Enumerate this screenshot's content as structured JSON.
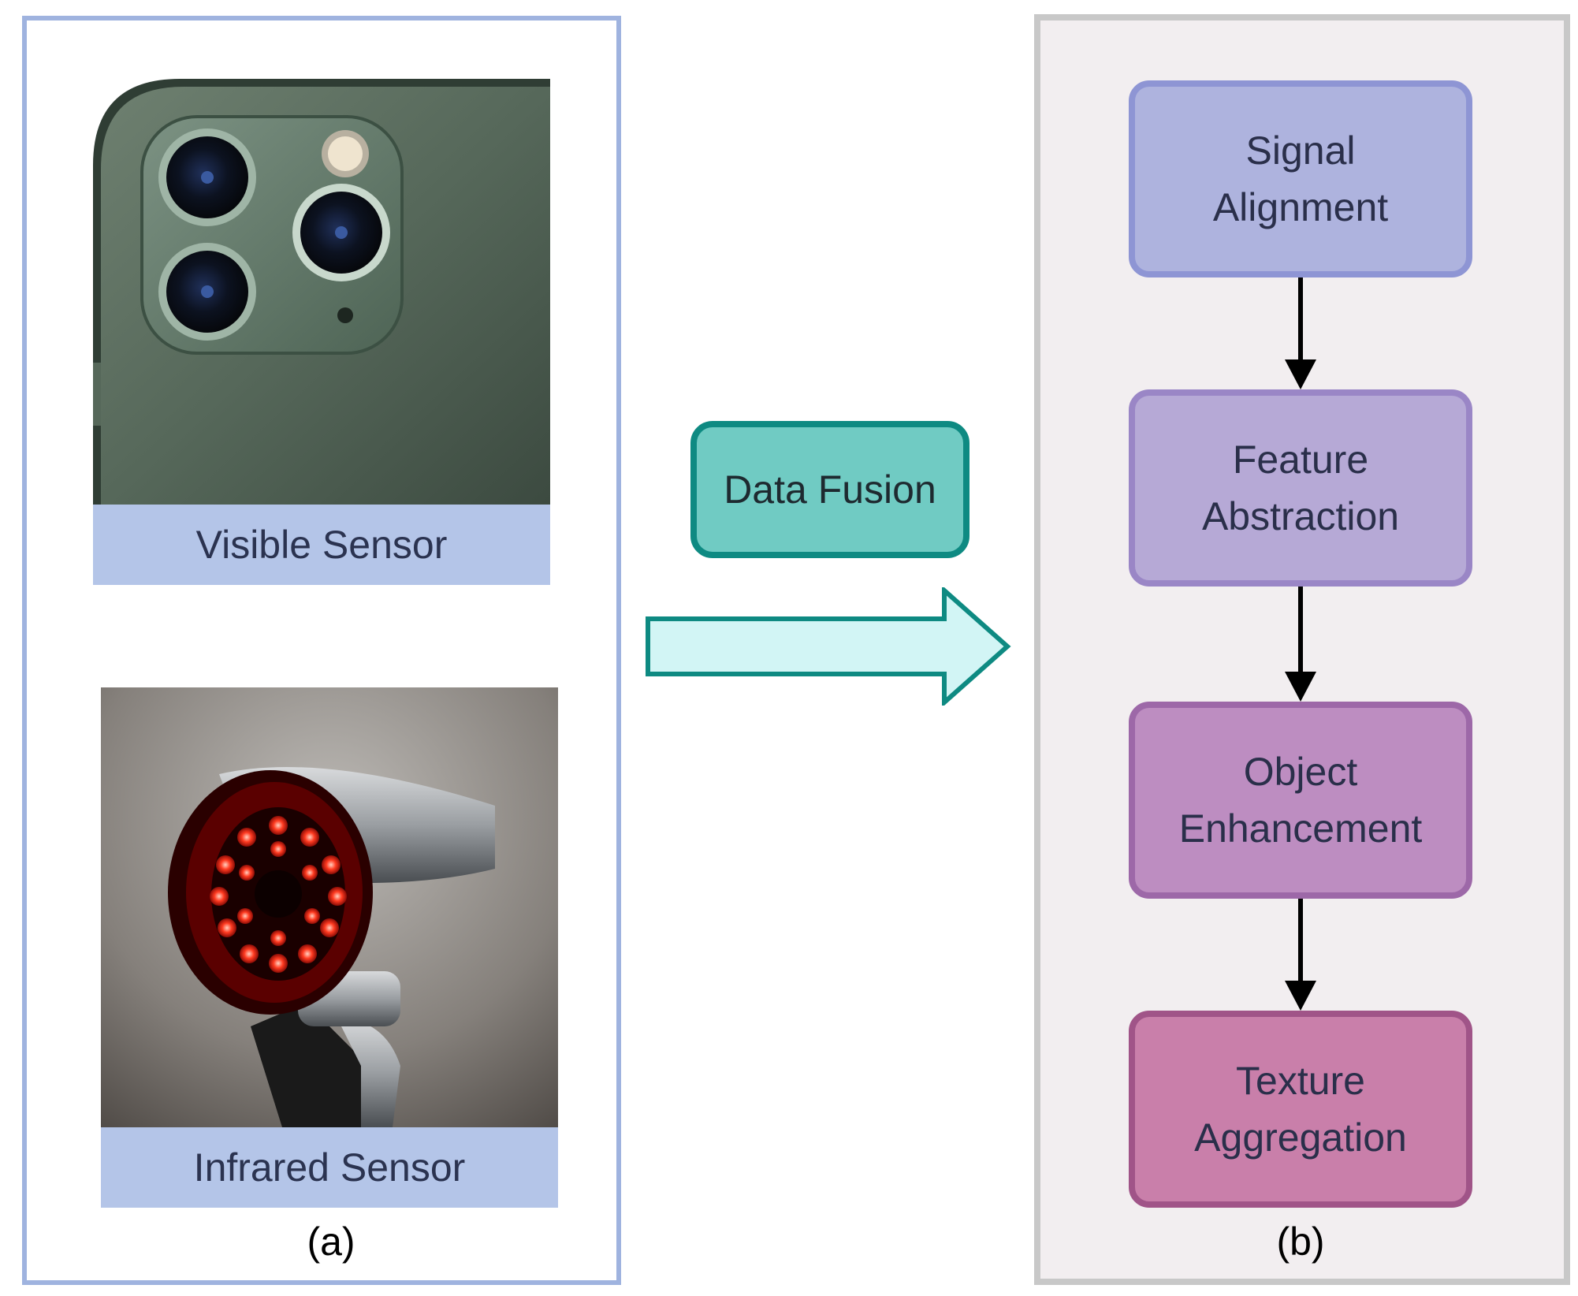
{
  "panel_a": {
    "visible_sensor_label": "Visible Sensor",
    "infrared_sensor_label": "Infrared Sensor",
    "caption": "(a)"
  },
  "fusion": {
    "label": "Data Fusion"
  },
  "panel_b": {
    "steps": [
      {
        "line1": "Signal",
        "line2": "Alignment"
      },
      {
        "line1": "Feature",
        "line2": "Abstraction"
      },
      {
        "line1": "Object",
        "line2": "Enhancement"
      },
      {
        "line1": "Texture",
        "line2": "Aggregation"
      }
    ],
    "caption": "(b)"
  },
  "colors": {
    "panel_a_border": "#9fb3df",
    "sensor_label_bg": "#b4c5e8",
    "fusion_fill": "#70cbc3",
    "fusion_border": "#0e8a82",
    "arrow_fill": "#d2f5f5",
    "panel_b_border": "#c8c8c8",
    "panel_b_bg": "#f2eef0"
  },
  "icons": {
    "visible_sensor_photo": "smartphone-triple-camera-photo",
    "infrared_sensor_photo": "infrared-cctv-camera-photo",
    "fusion_arrow": "right-block-arrow",
    "flow_arrows": "down-arrow"
  }
}
